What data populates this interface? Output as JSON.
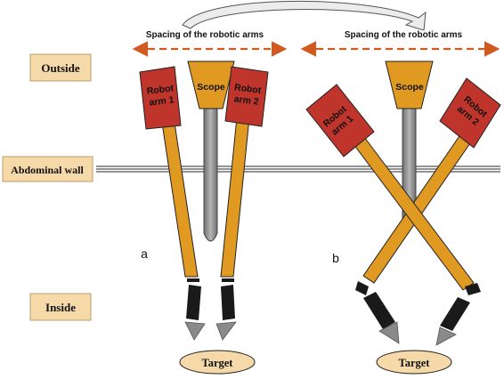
{
  "labels": {
    "outside": "Outside",
    "abdominal_wall": "Abdominal wall",
    "inside": "Inside",
    "spacing_left": "Spacing of the robotic arms",
    "spacing_right": "Spacing of the robotic arms",
    "panel_a": "a",
    "panel_b": "b",
    "target_a": "Target",
    "target_b": "Target",
    "scope_a": "Scope",
    "scope_b": "Scope",
    "arm1_a": [
      "Robot",
      "arm 1"
    ],
    "arm2_a": [
      "Robot",
      "arm 2"
    ],
    "arm1_b": [
      "Robot",
      "arm 1"
    ],
    "arm2_b": [
      "Robot",
      "arm 2"
    ]
  },
  "colors": {
    "label_box": "#f5d9a8",
    "robot_head": "#c0352b",
    "arm_shaft": "#e09a22",
    "scope_shaft": "#8c8c8c",
    "instrument": "#1a1a1a",
    "tip": "#8a8a8a",
    "target_ellipse": "#f5d9a8",
    "dashed_arrow": "#d05a1f"
  }
}
